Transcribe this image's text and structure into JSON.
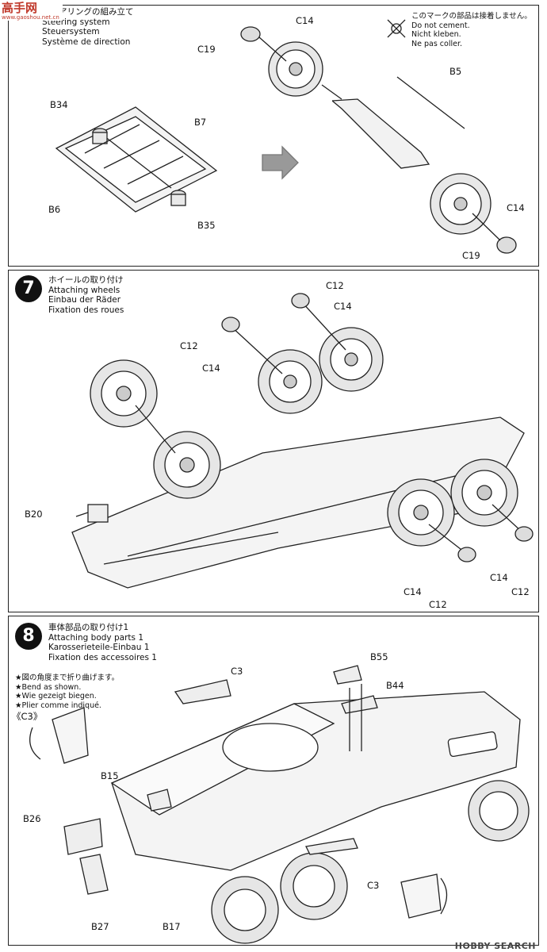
{
  "watermark_top": {
    "main": "高手网",
    "sub": "www.gaoshou.net.cn"
  },
  "watermark_bottom": "HOBBY SEARCH",
  "step6": {
    "titles": [
      "ステアリングの組み立て",
      "Steering system",
      "Steuersystem",
      "Système de direction"
    ],
    "no_cement": [
      "このマークの部品は接着しません。",
      "Do not cement.",
      "Nicht kleben.",
      "Ne pas coller."
    ],
    "labels": {
      "c14a": "C14",
      "c19a": "C19",
      "b5": "B5",
      "b34": "B34",
      "b7": "B7",
      "b6": "B6",
      "b35": "B35",
      "c14b": "C14",
      "c19b": "C19"
    }
  },
  "step7": {
    "number": "7",
    "titles": [
      "ホイールの取り付け",
      "Attaching wheels",
      "Einbau der Räder",
      "Fixation des roues"
    ],
    "labels": {
      "c12a": "C12",
      "c14a": "C14",
      "c12b": "C12",
      "c14b": "C14",
      "b20": "B20",
      "c14c": "C14",
      "c12c": "C12",
      "c14d": "C14",
      "c12d": "C12"
    }
  },
  "step8": {
    "number": "8",
    "titles": [
      "車体部品の取り付け1",
      "Attaching body parts 1",
      "Karosserieteile-Einbau 1",
      "Fixation des accessoires 1"
    ],
    "bend_note": [
      "★図の角度まで折り曲げます。",
      "★Bend as shown.",
      "★Wie gezeigt biegen.",
      "★Plier comme indiqué."
    ],
    "labels": {
      "c3_detail": "《C3》",
      "c3a": "C3",
      "b55": "B55",
      "b44": "B44",
      "b15": "B15",
      "b26": "B26",
      "b27": "B27",
      "b17": "B17",
      "c3b": "C3"
    }
  }
}
